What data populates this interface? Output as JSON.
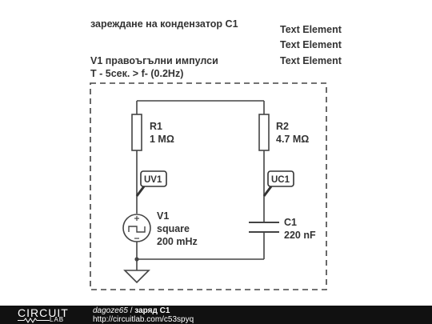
{
  "annotations": {
    "title": "зареждане на кондензатор C1",
    "text_element_1": "Text Element",
    "text_element_2": "Text Element",
    "text_element_3": "Text Element",
    "source_line1": "V1 правоъгълни импулси",
    "source_line2": "T - 5сек. > f- (0.2Hz)"
  },
  "components": {
    "r1": {
      "name": "R1",
      "value": "1 MΩ"
    },
    "r2": {
      "name": "R2",
      "value": "4.7 MΩ"
    },
    "v1": {
      "name": "V1",
      "type": "square",
      "frequency": "200 mHz"
    },
    "c1": {
      "name": "C1",
      "value": "220 nF"
    }
  },
  "probes": {
    "uv1": "UV1",
    "uc1": "UC1"
  },
  "footer": {
    "logo_top": "CIRCUIT",
    "logo_bottom": "LAB",
    "author": "dagoze65",
    "separator": " / ",
    "project": "заряд C1",
    "url": "http://circuitlab.com/c53spyq"
  },
  "colors": {
    "wire": "#444444",
    "text": "#333333",
    "footer_bg": "#111111",
    "probe_border": "#333333"
  }
}
